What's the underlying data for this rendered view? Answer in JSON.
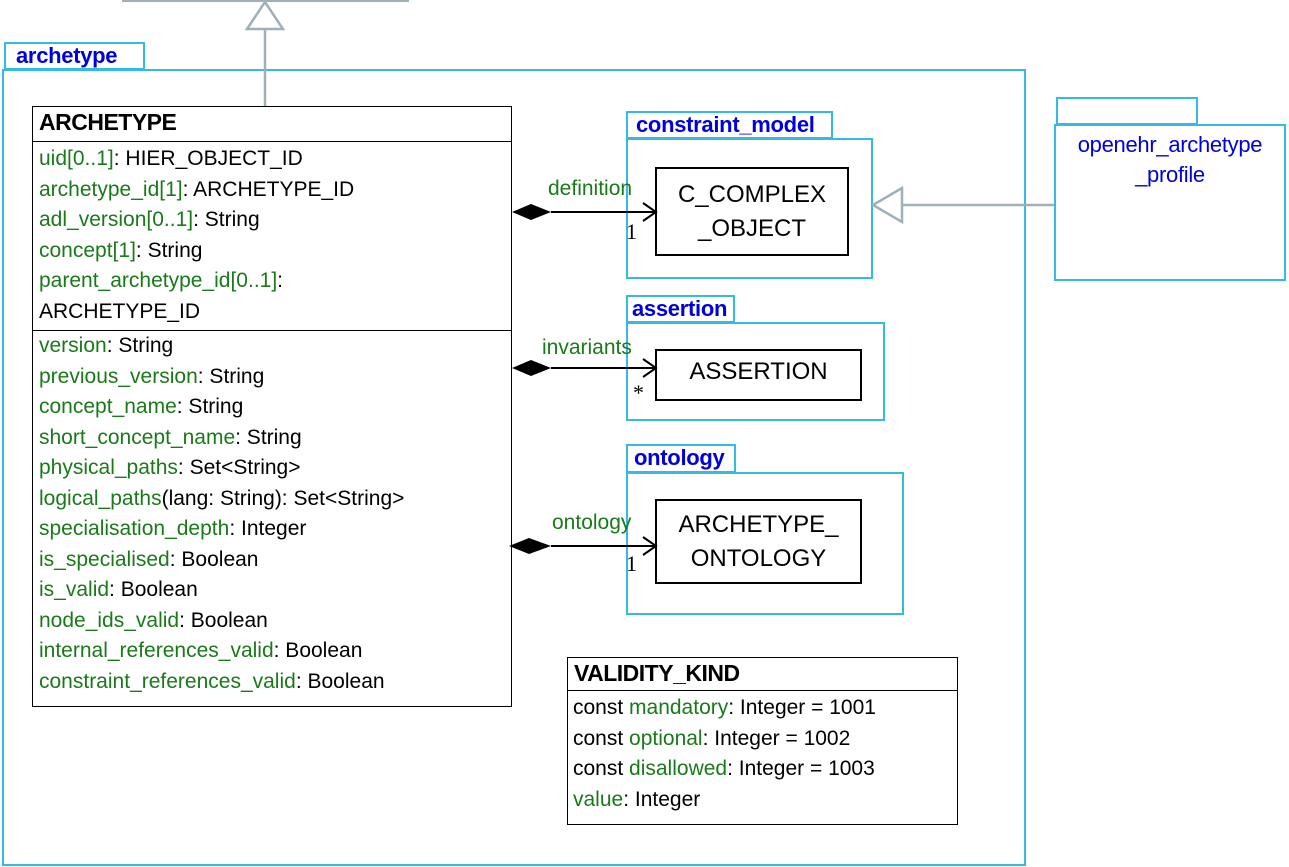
{
  "packages": {
    "archetype": "archetype",
    "constraint_model": "constraint_model",
    "assertion": "assertion",
    "ontology": "ontology",
    "openehr_profile": [
      "openehr_archetype",
      "_profile"
    ]
  },
  "archetype_class": {
    "title": "ARCHETYPE",
    "identity_attrs": [
      {
        "name": "uid[0..1]",
        "type": ": HIER_OBJECT_ID"
      },
      {
        "name": "archetype_id[1]",
        "type": ": ARCHETYPE_ID"
      },
      {
        "name": "adl_version[0..1]",
        "type": ": String"
      },
      {
        "name": "concept[1]",
        "type": ": String"
      },
      {
        "name": "parent_archetype_id[0..1]",
        "type": ":"
      },
      {
        "name": "",
        "type": "ARCHETYPE_ID"
      }
    ],
    "feature_attrs": [
      {
        "name": "version",
        "type": ": String"
      },
      {
        "name": "previous_version",
        "type": ": String"
      },
      {
        "name": "concept_name",
        "type": ": String"
      },
      {
        "name": "short_concept_name",
        "type": ": String"
      },
      {
        "name": "physical_paths",
        "type": ": Set<String>"
      },
      {
        "name": "logical_paths",
        "type": "(lang: String): Set<String>"
      },
      {
        "name": "specialisation_depth",
        "type": ": Integer"
      },
      {
        "name": "is_specialised",
        "type": ": Boolean"
      },
      {
        "name": "is_valid",
        "type": ": Boolean"
      },
      {
        "name": "node_ids_valid",
        "type": ": Boolean"
      },
      {
        "name": "internal_references_valid",
        "type": ": Boolean"
      },
      {
        "name": "constraint_references_valid",
        "type": ": Boolean"
      }
    ]
  },
  "boxes": {
    "c_complex_object": "C_COMPLEX\n_OBJECT",
    "assertion": "ASSERTION",
    "archetype_ontology": "ARCHETYPE_\nONTOLOGY"
  },
  "associations": {
    "definition": {
      "role": "definition",
      "mult": "1"
    },
    "invariants": {
      "role": "invariants",
      "mult": "*"
    },
    "ontology": {
      "role": "ontology",
      "mult": "1"
    }
  },
  "validity_kind": {
    "title": "VALIDITY_KIND",
    "attrs": [
      {
        "prefix": "const ",
        "name": "mandatory",
        "type": ": Integer = 1001"
      },
      {
        "prefix": "const ",
        "name": "optional",
        "type": ": Integer = 1002"
      },
      {
        "prefix": "const ",
        "name": "disallowed",
        "type": ": Integer = 1003"
      },
      {
        "prefix": "",
        "name": "value",
        "type": ": Integer"
      }
    ]
  },
  "colors": {
    "package_border": "#33bbe6",
    "package_label": "#0000dd",
    "attribute_name": "#1a7a1a",
    "inheritance": "#a0b0b8"
  }
}
